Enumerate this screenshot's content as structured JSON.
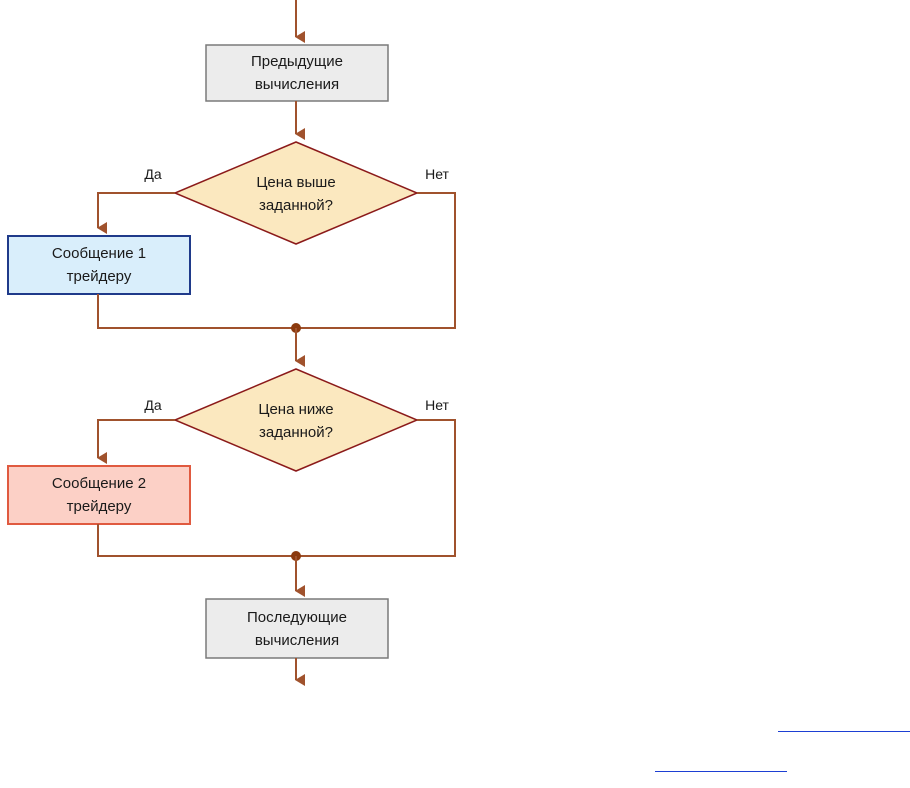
{
  "colors": {
    "connector": "#a0522d",
    "junction": "#8b3a0e",
    "process_fill": "#ececec",
    "process_stroke": "#7a7a7a",
    "decision_fill": "#fbe8bf",
    "decision_stroke": "#8b1a1a",
    "message1_fill": "#d9eefb",
    "message1_stroke": "#1f3a8a",
    "message2_fill": "#fcd0c6",
    "message2_stroke": "#e05a40",
    "link": "#1d3fd3"
  },
  "nodes": {
    "previous": {
      "line1": "Предыдущие",
      "line2": "вычисления"
    },
    "decision1": {
      "line1": "Цена выше",
      "line2": "заданной?"
    },
    "message1": {
      "line1": "Сообщение 1",
      "line2": "трейдеру"
    },
    "decision2": {
      "line1": "Цена ниже",
      "line2": "заданной?"
    },
    "message2": {
      "line1": "Сообщение 2",
      "line2": "трейдеру"
    },
    "next": {
      "line1": "Последующие",
      "line2": "вычисления"
    }
  },
  "branches": {
    "d1_yes": "Да",
    "d1_no": "Нет",
    "d2_yes": "Да",
    "d2_no": "Нет"
  }
}
